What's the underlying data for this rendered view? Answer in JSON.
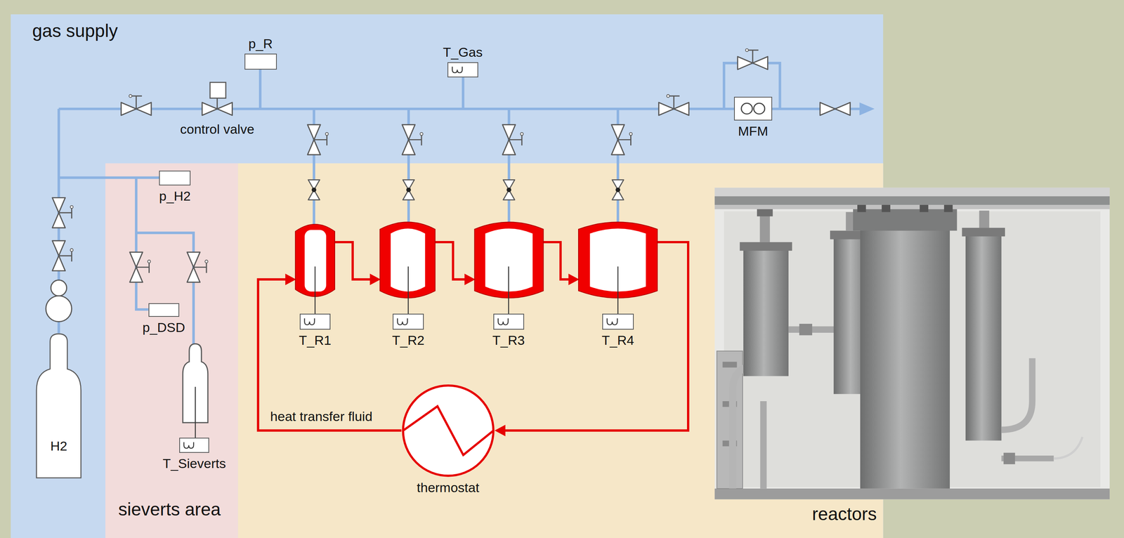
{
  "diagram": {
    "nodes": [
      {
        "text": [
          "gas supply"
        ]
      },
      {
        "text": [
          "p_R"
        ],
        "in": 0
      },
      {
        "text": [
          "T_Gas"
        ],
        "in": 0
      },
      {
        "text": [
          "MFM"
        ],
        "in": 0
      },
      {
        "text": [
          "H2"
        ],
        "in": 0
      },
      {
        "text": [
          "sieverts area"
        ]
      },
      {
        "text": [
          "p_H2"
        ],
        "in": 5
      },
      {
        "text": [
          "p_DSD"
        ],
        "in": 5
      },
      {
        "text": [
          "T_Sieverts"
        ],
        "in": 5
      },
      {
        "text": [
          "reactors"
        ]
      },
      {
        "text": [
          "T_R1"
        ],
        "in": 9
      },
      {
        "text": [
          "T_R2"
        ],
        "in": 9
      },
      {
        "text": [
          "T_R3"
        ],
        "in": 9
      },
      {
        "text": [
          "T_R4"
        ],
        "in": 9
      },
      {
        "text": [
          "thermostat"
        ],
        "in": 9
      }
    ],
    "labels": [
      "control valve",
      "heat transfer fluid"
    ]
  }
}
